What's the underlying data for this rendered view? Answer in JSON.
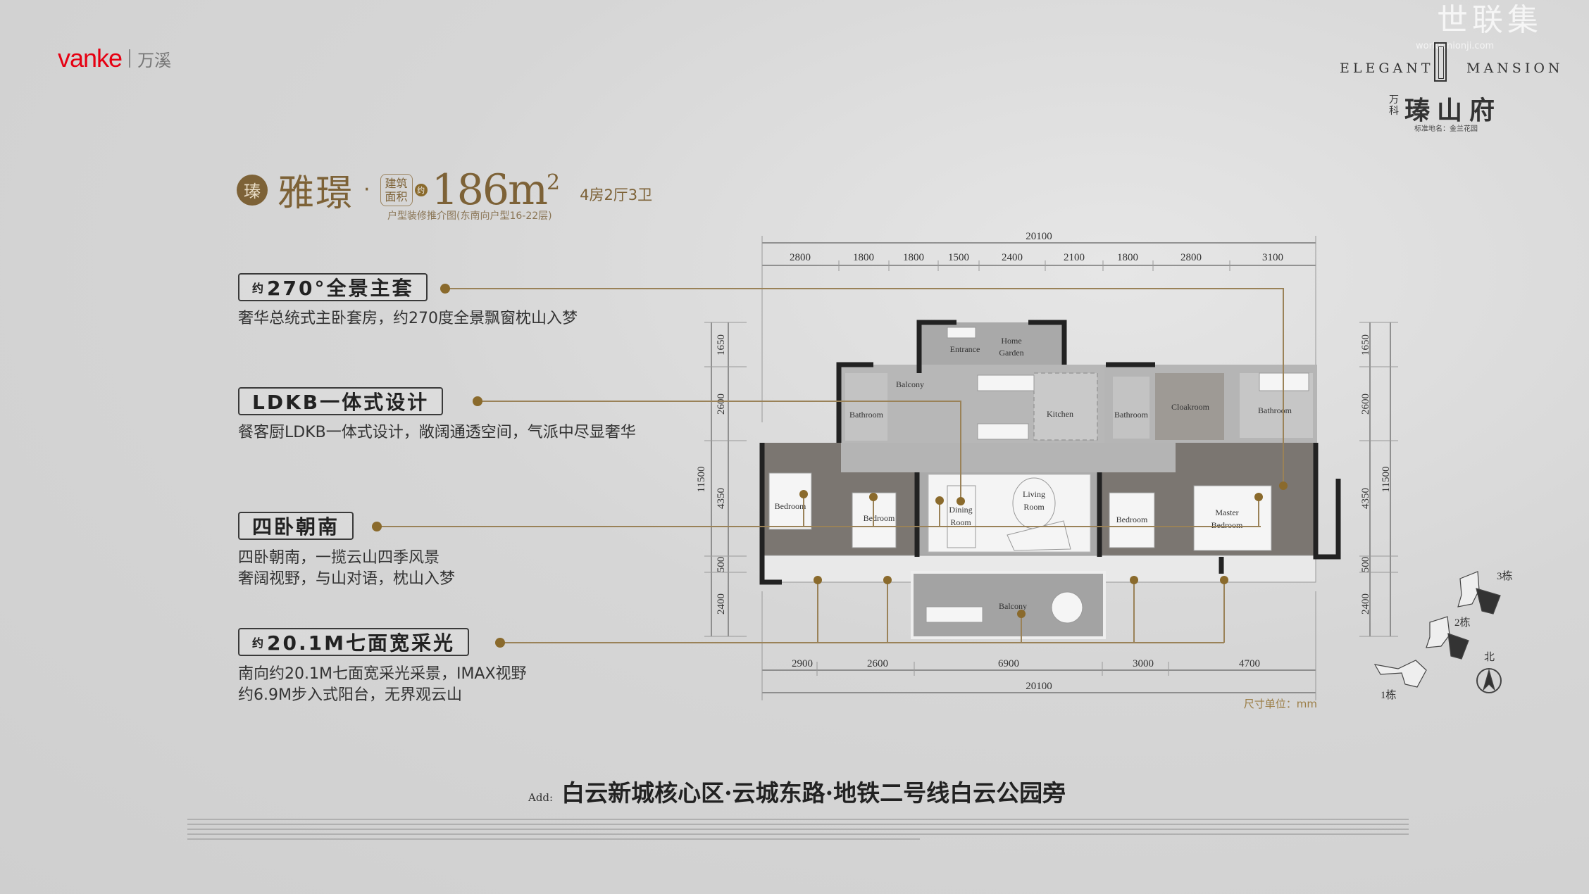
{
  "header": {
    "brand": "vanke",
    "brand_cn": "万溪",
    "watermark": "世联集",
    "watermark_url": "worldunionji.com",
    "project_en_left": "ELEGANT",
    "project_en_right": "MANSION",
    "project_prefix": "万科",
    "project_name": "瑧山府",
    "standard_name": "标准地名：金兰花园"
  },
  "unit": {
    "seal": "瑧",
    "name": "雅璟",
    "separator": "·",
    "area_label": "建筑面积",
    "approx": "约",
    "area": "186m",
    "area_sup": "2",
    "layout": "4房2厅3卫",
    "subtitle": "户型装修推介图(东南向户型16-22层)"
  },
  "features": [
    {
      "prefix": "约",
      "title": "270°全景主套",
      "desc": [
        "奢华总统式主卧套房，约270度全景飘窗枕山入梦"
      ]
    },
    {
      "prefix": "",
      "title": "LDKB一体式设计",
      "desc": [
        "餐客厨LDKB一体式设计，敞阔通透空间，气派中尽显奢华"
      ]
    },
    {
      "prefix": "",
      "title": "四卧朝南",
      "desc": [
        "四卧朝南，一揽云山四季风景",
        "奢阔视野，与山对语，枕山入梦"
      ]
    },
    {
      "prefix": "约",
      "title": "20.1M七面宽采光",
      "desc": [
        "南向约20.1M七面宽采光采景，IMAX视野",
        "约6.9M步入式阳台，无界观云山"
      ]
    }
  ],
  "floorplan": {
    "rooms": {
      "entrance": "Entrance",
      "home_garden_1": "Home",
      "home_garden_2": "Garden",
      "balcony_n": "Balcony",
      "bath1": "Bathroom",
      "kitchen": "Kitchen",
      "bath2": "Bathroom",
      "cloak": "Cloakroom",
      "bath3": "Bathroom",
      "bed1": "Bedroom",
      "bed2": "Bedroom",
      "dining_1": "Dining",
      "dining_2": "Room",
      "living_1": "Living",
      "living_2": "Room",
      "bed3": "Bedroom",
      "master_1": "Master",
      "master_2": "Bedroom",
      "balcony_s": "Balcony"
    },
    "dims_top_total": "20100",
    "dims_top": [
      "2800",
      "1800",
      "1800",
      "1500",
      "2400",
      "2100",
      "1800",
      "2800",
      "3100"
    ],
    "dims_bottom": [
      "2900",
      "2600",
      "6900",
      "3000",
      "4700"
    ],
    "dims_bottom_total": "20100",
    "dims_side": [
      "1650",
      "2600",
      "4350",
      "500",
      "2400"
    ],
    "dims_side_total": "11500",
    "unit_note": "尺寸单位：mm"
  },
  "siteplan": {
    "b3": "3栋",
    "b2": "2栋",
    "b1": "1栋",
    "north": "北"
  },
  "address": {
    "label": "Add:",
    "value": "白云新城核心区·云城东路·地铁二号线白云公园旁"
  },
  "colors": {
    "gold": "#8a6a2c",
    "brand_red": "#e60012"
  }
}
